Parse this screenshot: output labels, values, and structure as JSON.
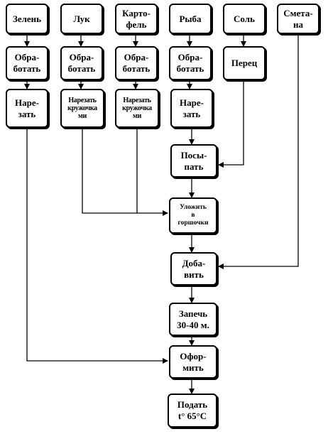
{
  "nodes": {
    "zelen": "Зелень",
    "luk": "Лук",
    "kartofel": "Карто-\nфель",
    "ryba": "Рыба",
    "sol": "Соль",
    "smetana": "Смета-\nна",
    "obr_zelen": "Обра-\nботать",
    "obr_luk": "Обра-\nботать",
    "obr_kartofel": "Обра-\nботать",
    "obr_ryba": "Обра-\nботать",
    "perec": "Перец",
    "narezat_zelen": "Наре-\nзать",
    "narezat_luk": "Нарезать\nкружочка\nми",
    "narezat_kartofel": "Нарезать\nкружочка\nми",
    "narezat_ryba": "Наре-\nзать",
    "posypat": "Посы-\nпать",
    "ulozhit": "Уложить\nв\nгоршочки",
    "dobavit": "Доба-\nвить",
    "zapech": "Запечь\n30-40 м.",
    "oformit": "Офор-\nмить",
    "podat": "Подать\nt° 65°С"
  }
}
